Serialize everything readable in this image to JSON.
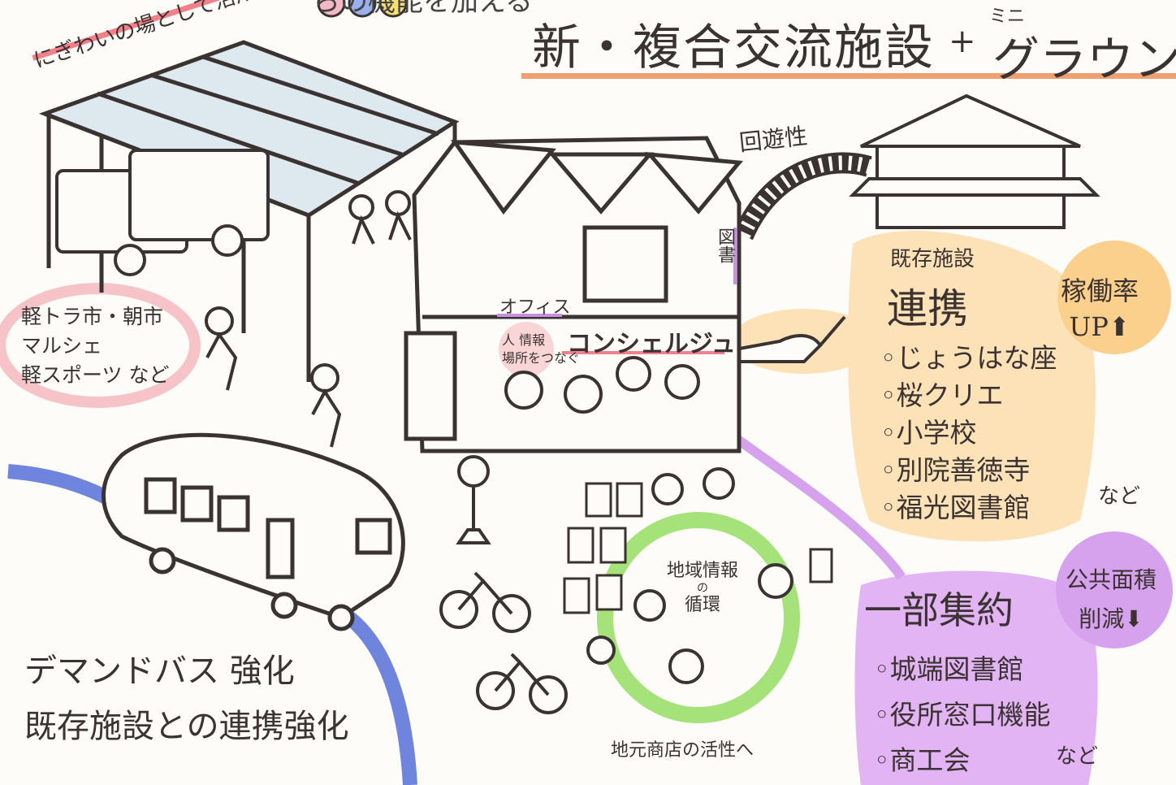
{
  "title": {
    "top_cut": "らの機能を加える",
    "main": "新・複合交流施設",
    "plus": "+",
    "mini": "ミニ",
    "ground": "グラウンド"
  },
  "labels": {
    "nigiwai": "にぎわいの場として活用",
    "kaiyu": "回遊性",
    "market_lines": [
      "軽トラ市・朝市",
      "マルシェ",
      "軽スポーツ など"
    ],
    "office": "オフィス",
    "tosho": "図書",
    "hito_lines": [
      "人 情報",
      "場所をつなぐ"
    ],
    "concierge": "コンシェルジュ",
    "chiiki_lines": [
      "地域情報",
      "の",
      "循環"
    ],
    "jimoto": "地元商店の活性へ",
    "demand_lines": [
      "デマンドバス 強化",
      "既存施設との連携強化"
    ]
  },
  "existing": {
    "heading": "既存施設",
    "title": "連携",
    "items": [
      "◦じょうはな座",
      "◦桜クリエ",
      "◦小学校",
      "◦別院善徳寺",
      "◦福光図書館"
    ],
    "suffix": "など",
    "badge_lines": [
      "稼働率",
      "UP⬆"
    ]
  },
  "consolidate": {
    "title": "一部集約",
    "items": [
      "◦城端図書館",
      "◦役所窓口機能",
      "◦商工会"
    ],
    "suffix": "など",
    "badge_lines": [
      "公共面積",
      "削減⬇"
    ]
  },
  "colors": {
    "title_underline": "#f0a070",
    "pink": "#f6c4c8",
    "orange_blob": "#fde2b8",
    "orange_badge": "#fbcf8c",
    "purple": "#d6a2ee",
    "green": "#a6e27a",
    "blue_road": "#6f84dc",
    "ink": "#3b3232"
  },
  "icons": [
    "bus-icon",
    "bicycle-icon",
    "bus-stop-icon",
    "truck-icon",
    "handshake-icon",
    "arrow-up-icon",
    "arrow-down-icon",
    "person-icon"
  ]
}
